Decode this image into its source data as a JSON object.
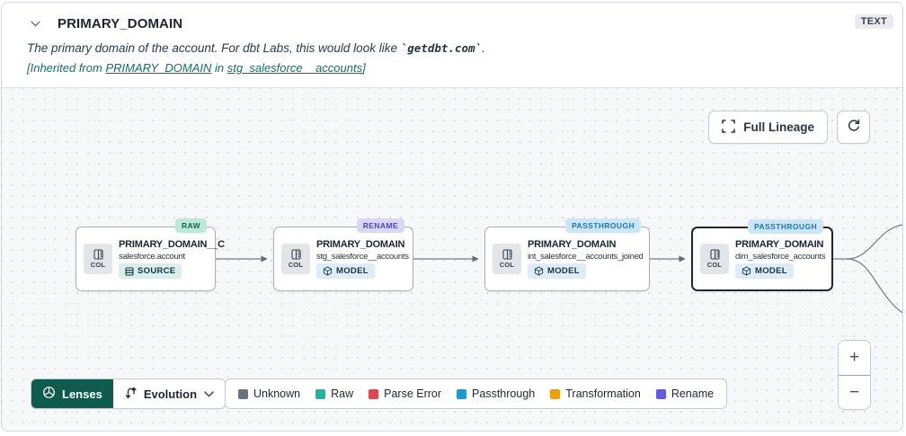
{
  "header": {
    "title": "PRIMARY_DOMAIN",
    "type_badge": "TEXT",
    "description_prefix": "The primary domain of the account. For dbt Labs, this would look like ",
    "description_code": "`getdbt.com`",
    "description_suffix": ".",
    "inherited_prefix": "[Inherited from ",
    "inherited_link_column": "PRIMARY_DOMAIN",
    "inherited_middle": " in ",
    "inherited_link_model": "stg_salesforce__accounts",
    "inherited_suffix": "]"
  },
  "toolbar": {
    "full_lineage_label": "Full Lineage"
  },
  "canvas": {
    "nodes": [
      {
        "badge": "RAW",
        "title": "PRIMARY_DOMAIN__C",
        "subtitle": "salesforce.account",
        "resource": "SOURCE",
        "col_label": "COL"
      },
      {
        "badge": "RENAME",
        "title": "PRIMARY_DOMAIN",
        "subtitle": "stg_salesforce__accounts",
        "resource": "MODEL",
        "col_label": "COL"
      },
      {
        "badge": "PASSTHROUGH",
        "title": "PRIMARY_DOMAIN",
        "subtitle": "int_salesforce__accounts_joined",
        "resource": "MODEL",
        "col_label": "COL"
      },
      {
        "badge": "PASSTHROUGH",
        "title": "PRIMARY_DOMAIN",
        "subtitle": "dim_salesforce_accounts",
        "resource": "MODEL",
        "col_label": "COL"
      }
    ]
  },
  "footer": {
    "lenses_label": "Lenses",
    "lens_selected": "Evolution",
    "legend": [
      {
        "label": "Unknown",
        "color": "#6b7280"
      },
      {
        "label": "Raw",
        "color": "#1cb5a0"
      },
      {
        "label": "Parse Error",
        "color": "#e0474d"
      },
      {
        "label": "Passthrough",
        "color": "#1b9ad6"
      },
      {
        "label": "Transformation",
        "color": "#f0a100"
      },
      {
        "label": "Rename",
        "color": "#615ae2"
      }
    ],
    "zoom_in": "+",
    "zoom_out": "−"
  },
  "icons": {
    "collapse": "chevron-down-icon",
    "full_lineage": "expand-icon",
    "refresh": "refresh-icon",
    "lenses": "aperture-icon",
    "evolution": "route-icon",
    "column": "column-icon",
    "source": "table-icon",
    "model": "cube-icon"
  }
}
